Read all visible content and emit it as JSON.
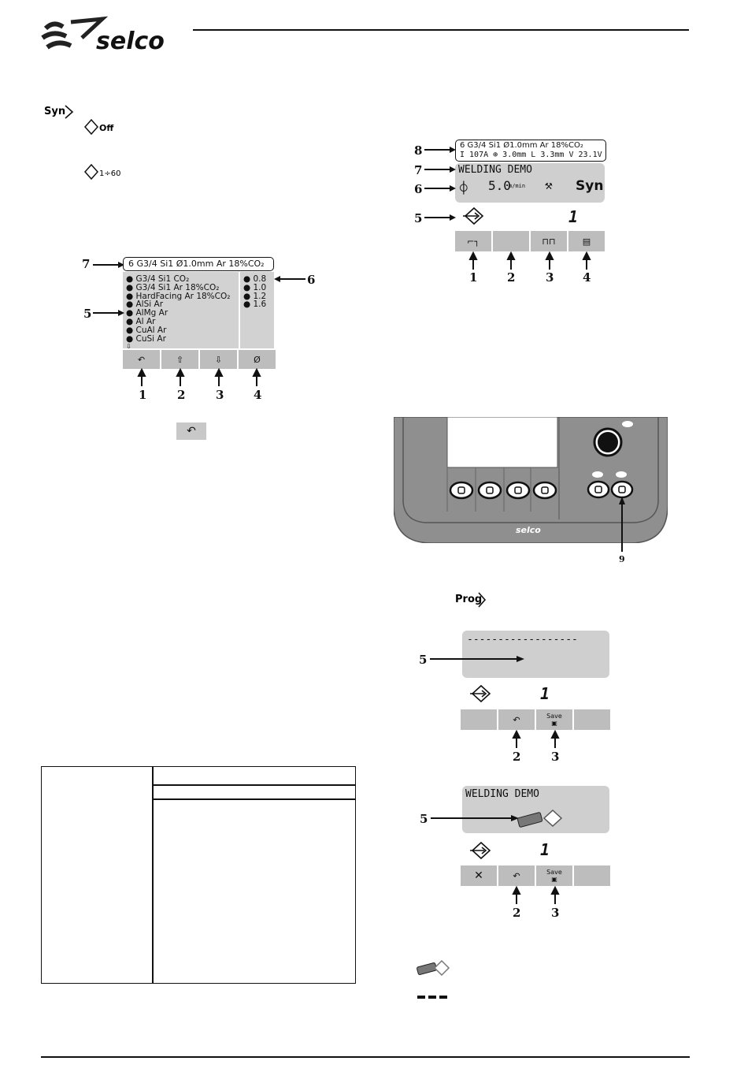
{
  "header": {
    "logo_text": "selco"
  },
  "left": {
    "syn_label": "Syn",
    "off_label": "Off",
    "range_label": "1÷60",
    "screen": {
      "title": "6 G3/4 Si1  Ø1.0mm  Ar 18%CO₂",
      "materials": [
        "G3/4 Si1  CO₂",
        "G3/4 Si1  Ar 18%CO₂",
        "HardFacing  Ar 18%CO₂",
        "AlSi  Ar",
        "AlMg  Ar",
        "Al  Ar",
        "CuAl  Ar",
        "CuSi  Ar"
      ],
      "diameters": [
        "0.8",
        "1.0",
        "1.2",
        "1.6"
      ],
      "callouts": {
        "c7": "7",
        "c6": "6",
        "c5": "5",
        "c1": "1",
        "c2": "2",
        "c3": "3",
        "c4": "4"
      }
    }
  },
  "right": {
    "screen1": {
      "line1": "6 G3/4 Si1  Ø1.0mm  Ar 18%CO₂",
      "line2": "I 107A  ⊕ 3.0mm  L 3.3mm  V 23.1V",
      "demo": "WELDING DEMO",
      "speed": "5.0",
      "speed_unit": "m/min",
      "syn": "Syn",
      "prog_num": "1",
      "callouts": {
        "c8": "8",
        "c7": "7",
        "c6": "6",
        "c5": "5",
        "c1": "1",
        "c2": "2",
        "c3": "3",
        "c4": "4"
      }
    },
    "panel": {
      "brand": "selco",
      "callout9": "9"
    },
    "prog_label": "Prog",
    "screen2": {
      "dashes": "------------------",
      "prog_num": "1",
      "save": "Save",
      "callouts": {
        "c5": "5",
        "c2": "2",
        "c3": "3"
      }
    },
    "screen3": {
      "demo": "WELDING DEMO",
      "prog_num": "1",
      "save": "Save",
      "callouts": {
        "c5": "5",
        "c2": "2",
        "c3": "3"
      }
    }
  }
}
